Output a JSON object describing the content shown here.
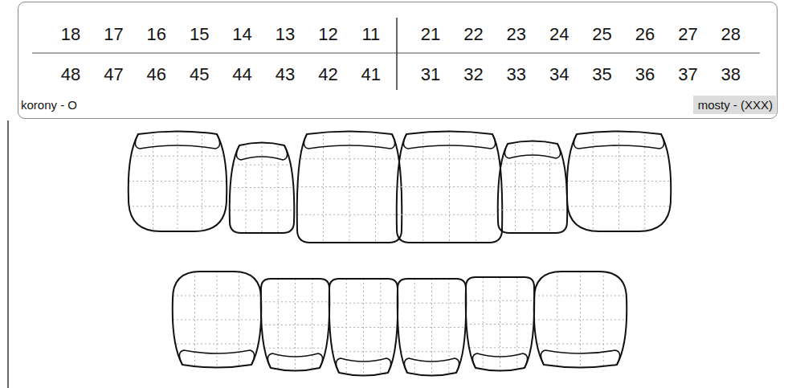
{
  "diagram": {
    "nodes": [
      {
        "text": [
          "18",
          "17",
          "16",
          "15",
          "14",
          "13",
          "12",
          "11",
          "21",
          "22",
          "23",
          "24",
          "25",
          "26",
          "27",
          "28",
          "48",
          "47",
          "46",
          "45",
          "44",
          "43",
          "42",
          "41",
          "31",
          "32",
          "33",
          "34",
          "35",
          "36",
          "37",
          "38",
          "korony - O",
          "mosty - (XXX)"
        ]
      }
    ]
  }
}
